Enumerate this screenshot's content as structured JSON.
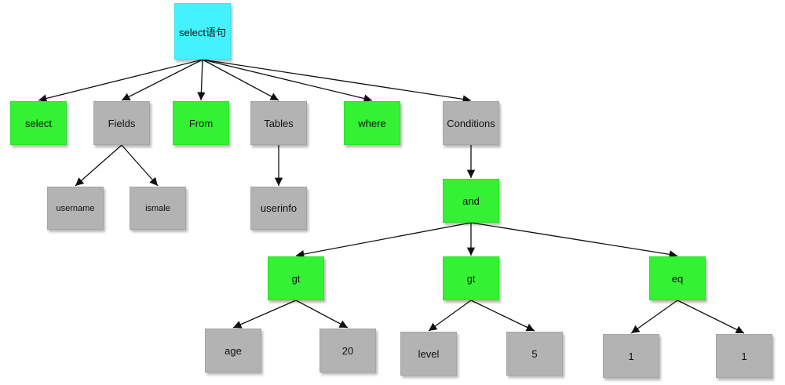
{
  "colors": {
    "root": "#44f2ff",
    "keyword": "#33f233",
    "grouping": "#b3b3b3",
    "value": "#b3b3b3",
    "edge": "#111111"
  },
  "nodes": [
    {
      "id": "root",
      "label": "select语句",
      "kind": "root"
    },
    {
      "id": "select",
      "label": "select",
      "kind": "keyword"
    },
    {
      "id": "fields",
      "label": "Fields",
      "kind": "grouping"
    },
    {
      "id": "from",
      "label": "From",
      "kind": "keyword"
    },
    {
      "id": "tables",
      "label": "Tables",
      "kind": "grouping"
    },
    {
      "id": "where",
      "label": "where",
      "kind": "keyword"
    },
    {
      "id": "conditions",
      "label": "Conditions",
      "kind": "grouping"
    },
    {
      "id": "username",
      "label": "username",
      "kind": "value"
    },
    {
      "id": "ismale",
      "label": "ismale",
      "kind": "value"
    },
    {
      "id": "userinfo",
      "label": "userinfo",
      "kind": "value"
    },
    {
      "id": "and",
      "label": "and",
      "kind": "keyword"
    },
    {
      "id": "gt1",
      "label": "gt",
      "kind": "keyword"
    },
    {
      "id": "gt2",
      "label": "gt",
      "kind": "keyword"
    },
    {
      "id": "eq",
      "label": "eq",
      "kind": "keyword"
    },
    {
      "id": "age",
      "label": "age",
      "kind": "value"
    },
    {
      "id": "v20",
      "label": "20",
      "kind": "value"
    },
    {
      "id": "level",
      "label": "level",
      "kind": "value"
    },
    {
      "id": "v5",
      "label": "5",
      "kind": "value"
    },
    {
      "id": "one_a",
      "label": "1",
      "kind": "value"
    },
    {
      "id": "one_b",
      "label": "1",
      "kind": "value"
    }
  ],
  "edges": [
    [
      "root",
      "select"
    ],
    [
      "root",
      "fields"
    ],
    [
      "root",
      "from"
    ],
    [
      "root",
      "tables"
    ],
    [
      "root",
      "where"
    ],
    [
      "root",
      "conditions"
    ],
    [
      "fields",
      "username"
    ],
    [
      "fields",
      "ismale"
    ],
    [
      "tables",
      "userinfo"
    ],
    [
      "conditions",
      "and"
    ],
    [
      "and",
      "gt1"
    ],
    [
      "and",
      "gt2"
    ],
    [
      "and",
      "eq"
    ],
    [
      "gt1",
      "age"
    ],
    [
      "gt1",
      "v20"
    ],
    [
      "gt2",
      "level"
    ],
    [
      "gt2",
      "v5"
    ],
    [
      "eq",
      "one_a"
    ],
    [
      "eq",
      "one_b"
    ]
  ]
}
